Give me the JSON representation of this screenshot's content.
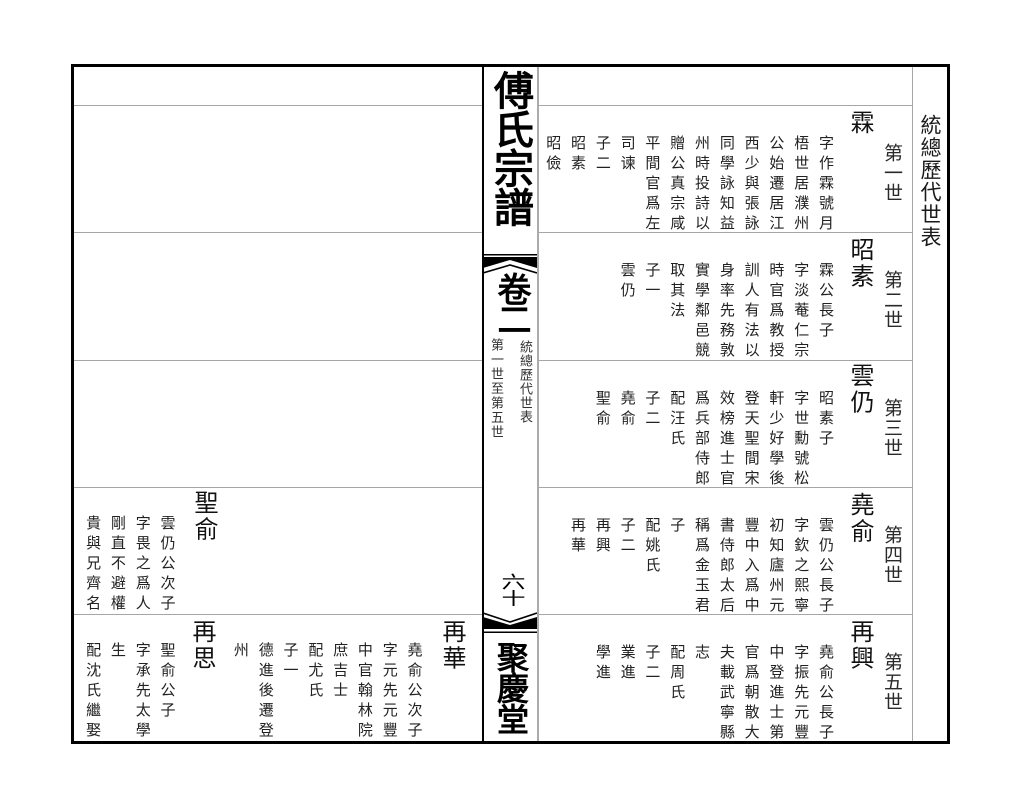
{
  "book": {
    "title": "傅氏宗譜",
    "volume": "卷二",
    "section_title": "統總歷代世表",
    "section_range": "第一世至第五世",
    "page_number": "六十",
    "hall_name": "聚慶堂"
  },
  "header_strip": {
    "title": "統總歷代世表"
  },
  "right_page": {
    "rows": [
      {
        "generation": "第一世",
        "entries": [
          {
            "name": "霖",
            "lines": [
              "字作霖號月",
              "梧世居濮州",
              "公始遷居江",
              "西少與張詠",
              "同學詠知益",
              "州時投詩以",
              "贈公真宗咸",
              "平間官爲左",
              "司谏",
              "子二",
              "昭素",
              "昭儉"
            ]
          }
        ]
      },
      {
        "generation": "第二世",
        "entries": [
          {
            "name": "昭素",
            "lines": [
              "霖公長子",
              "字淡菴仁宗",
              "時官爲教授",
              "訓人有法以",
              "身率先務敦",
              "實學鄰邑競",
              "取其法",
              "子一",
              "雲仍"
            ]
          }
        ]
      },
      {
        "generation": "第三世",
        "entries": [
          {
            "name": "雲仍",
            "lines": [
              "昭素子",
              "字世勳號松",
              "軒少好學後",
              "登天聖間宋",
              "效榜進士官",
              "爲兵部侍郎",
              "配汪氏",
              "子二",
              "堯俞",
              "聖俞"
            ]
          }
        ]
      },
      {
        "generation": "第四世",
        "entries": [
          {
            "name": "堯俞",
            "lines": [
              "雲仍公長子",
              "字欽之熙寧",
              "初知廬州元",
              "豐中入爲中",
              "書侍郎太后",
              "稱爲金玉君",
              "子",
              "配姚氏",
              "子二",
              "再興",
              "再華"
            ]
          }
        ]
      },
      {
        "generation": "第五世",
        "entries": [
          {
            "name": "再興",
            "lines": [
              "堯俞公長子",
              "字振先元豐",
              "中登進士第",
              "官爲朝散大",
              "夫載武寧縣",
              "志",
              "配周氏",
              "子二",
              "業進",
              "學進"
            ]
          }
        ]
      }
    ]
  },
  "left_page": {
    "rows": [
      {
        "entries": []
      },
      {
        "entries": []
      },
      {
        "entries": []
      },
      {
        "entries": [
          {
            "name": "聖俞",
            "lines": [
              "雲仍公次子",
              "字畏之爲人",
              "剛直不避權",
              "貴與兄齊名"
            ]
          }
        ]
      },
      {
        "entries": [
          {
            "name": "再華",
            "lines": [
              "堯俞公次子",
              "字元先元豐",
              "中官翰林院",
              "庶吉士",
              "配尤氏",
              "子一",
              "德進後遷登",
              "州"
            ]
          },
          {
            "name": "再思",
            "lines": [
              "聖俞公子",
              "字承先太學",
              "生",
              "配沈氏繼娶"
            ]
          }
        ]
      }
    ]
  }
}
